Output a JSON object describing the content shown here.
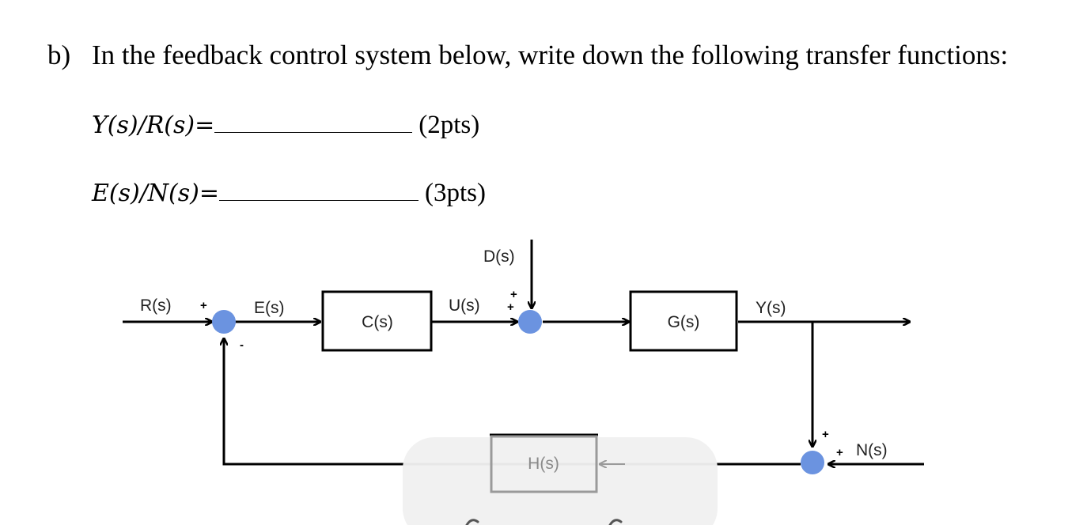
{
  "question": {
    "label": "b)",
    "text": "In the feedback control system below, write down the following transfer functions:"
  },
  "equations": [
    {
      "lhs": "Y(s)/R(s)=",
      "points": "(2pts)"
    },
    {
      "lhs": "E(s)/N(s)=",
      "points": "(3pts)"
    }
  ],
  "diagram": {
    "signals": {
      "input": "R(s)",
      "error": "E(s)",
      "control": "U(s)",
      "disturbance": "D(s)",
      "output": "Y(s)",
      "noise": "N(s)"
    },
    "blocks": {
      "controller": "C(s)",
      "plant": "G(s)",
      "sensor": "H(s)"
    },
    "signs": {
      "sum1_reference": "+",
      "sum1_feedback": "-",
      "sum2_control": "+",
      "sum2_disturbance": "+",
      "sum3_output": "+",
      "sum3_noise": "+"
    },
    "colors": {
      "summing_junction": "#6b93e0",
      "line": "#000000",
      "overlay": "#f0f0f0"
    }
  }
}
